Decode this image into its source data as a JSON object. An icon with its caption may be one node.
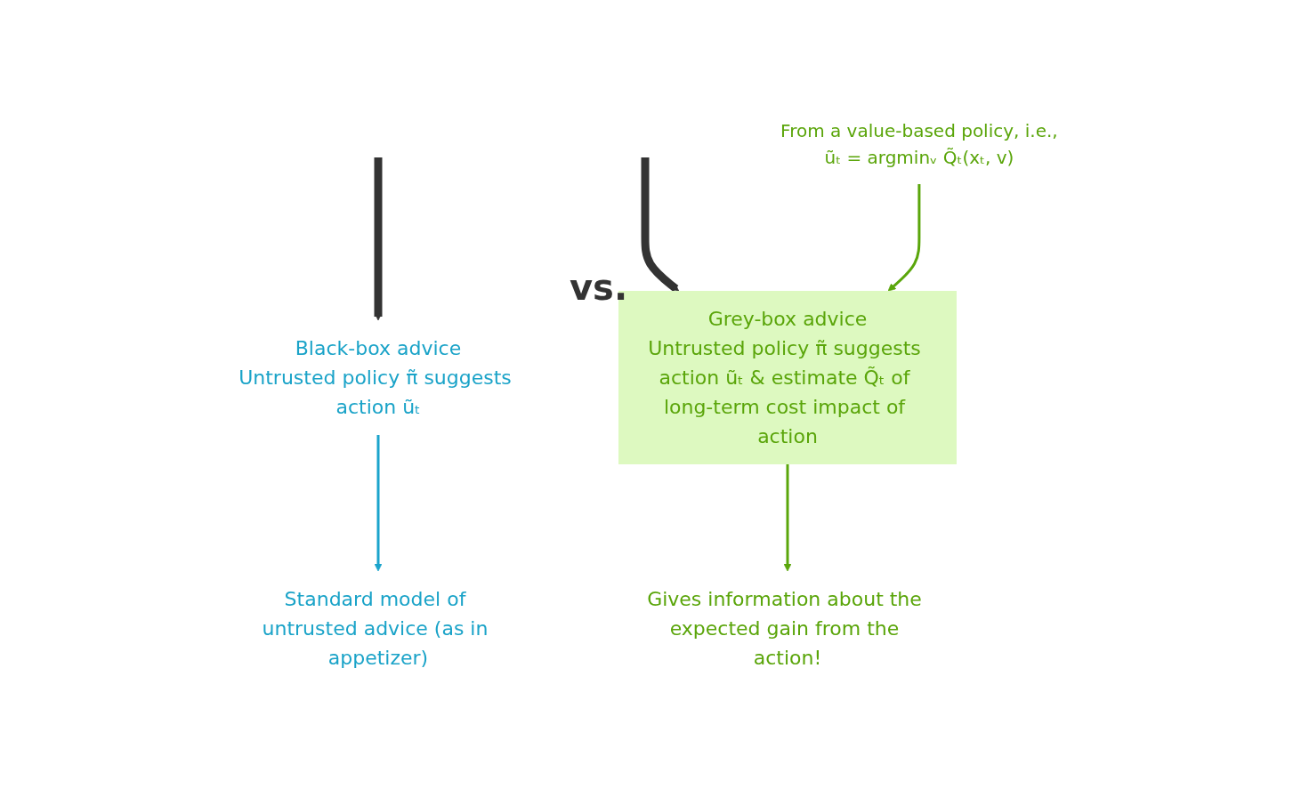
{
  "diagram": {
    "nodes": [
      {
        "text": [
          "Black-box advice",
          "Untrusted policy π̃ suggests action ũₜ"
        ]
      },
      {
        "text": [
          "Standard model of untrusted advice (as in appetizer)"
        ]
      },
      {
        "text": [
          "Grey-box advice",
          "Untrusted policy π̃ suggests action ũₜ & estimate Q̃ₜ of long-term cost impact of action"
        ]
      },
      {
        "text": [
          "From a value-based policy, i.e.,",
          "ũₜ = argminᵥ Q̃ₜ(xₜ, v)"
        ]
      },
      {
        "text": [
          "Gives information about the expected gain from the action!"
        ]
      }
    ],
    "edges": [
      {
        "from": null,
        "to": 0,
        "arrow": "to",
        "style": "thick",
        "color": "#333333"
      },
      {
        "from": null,
        "to": 2,
        "arrow": "to",
        "style": "thick",
        "color": "#333333"
      },
      {
        "from": 0,
        "to": 1,
        "arrow": "to",
        "color": "#1ba4cc"
      },
      {
        "from": 3,
        "to": 2,
        "arrow": "to",
        "color": "#5aa60b"
      },
      {
        "from": 2,
        "to": 4,
        "arrow": "to",
        "color": "#5aa60b"
      }
    ],
    "labels": [
      "vs."
    ]
  }
}
